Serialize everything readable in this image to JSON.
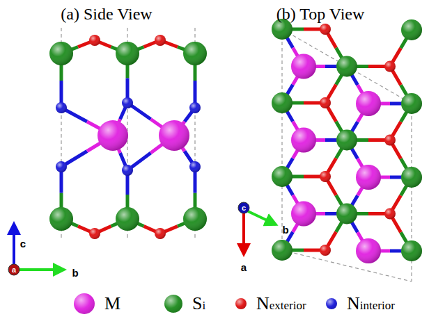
{
  "diagram": {
    "labels": [
      "(a) Side View",
      "(b) Top View",
      "c",
      "a",
      "b",
      "c",
      "b",
      "a"
    ],
    "legend": [
      {
        "text": "M",
        "color": "#e020e0"
      },
      {
        "text": "Si",
        "color": "#1e8c1e"
      },
      {
        "text": "Nexterior",
        "color": "#e01010"
      },
      {
        "text": "Ninterior",
        "color": "#1818d8"
      }
    ]
  }
}
